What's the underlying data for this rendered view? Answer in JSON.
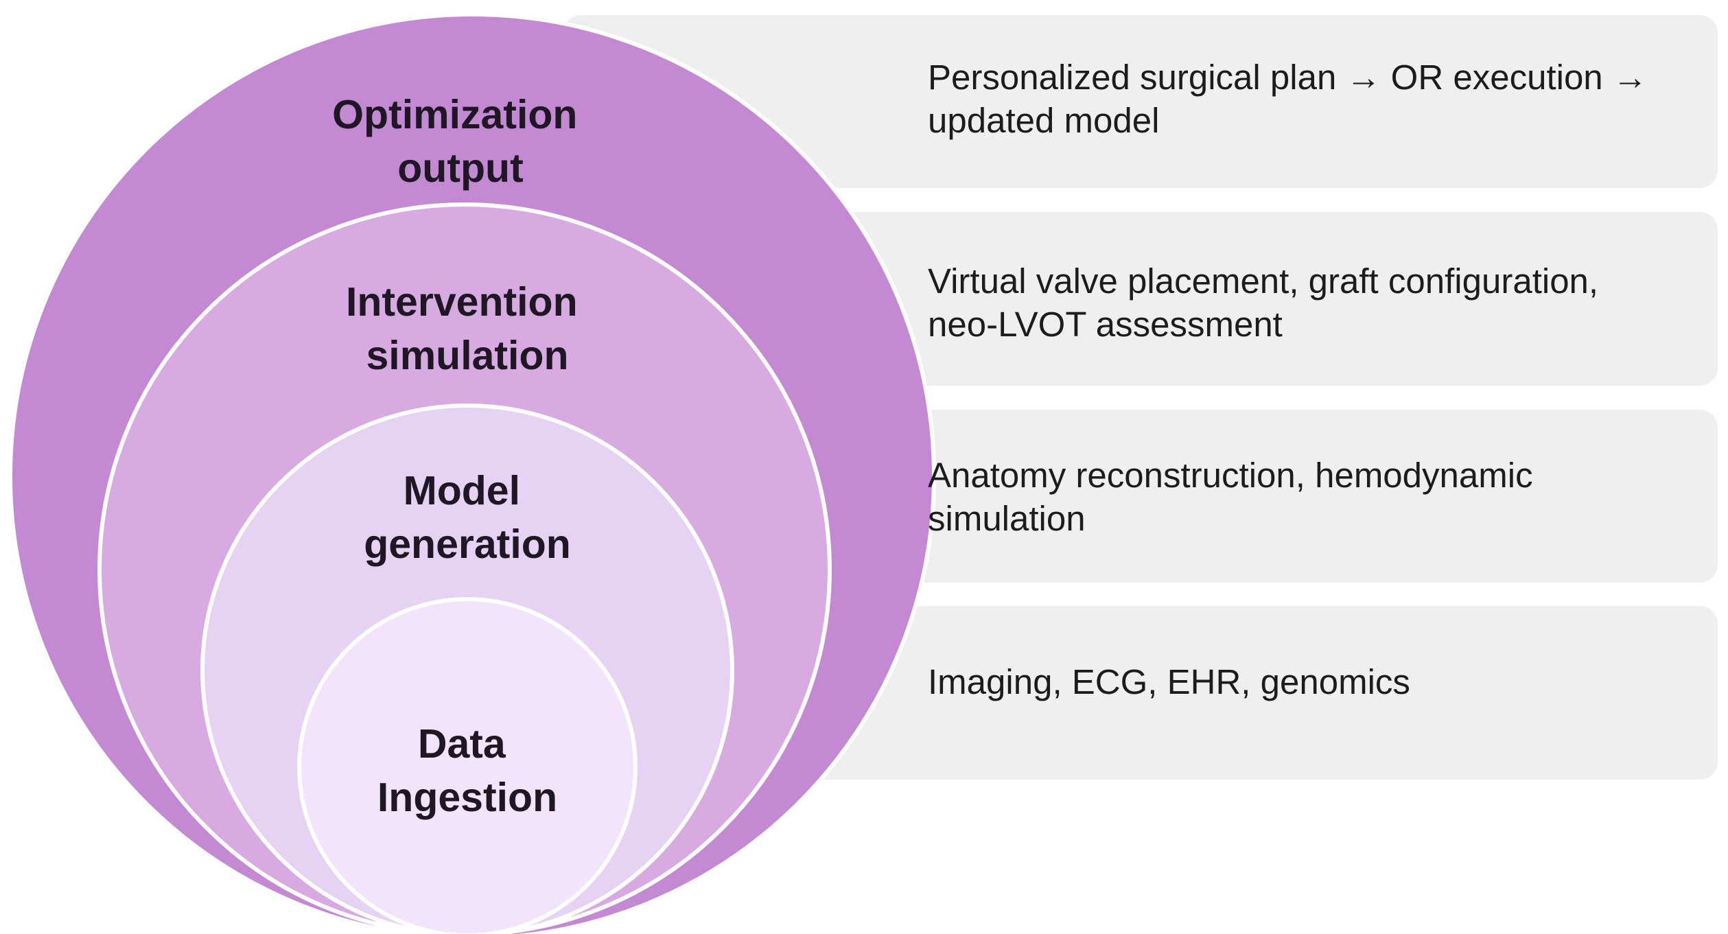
{
  "colors": {
    "panel_fill": "#efefef",
    "circle_stroke": "#ffffff",
    "title_text": "#1f1724",
    "description_text": "#1c1c1c"
  },
  "layers": [
    {
      "id": "optimization-output",
      "title_lines": [
        "Optimization",
        "output"
      ],
      "description_lines": [
        "Personalized surgical plan → OR execution →",
        "updated model"
      ],
      "color": "#c389d3"
    },
    {
      "id": "intervention-simulation",
      "title_lines": [
        "Intervention",
        "simulation"
      ],
      "description_lines": [
        "Virtual valve placement, graft configuration,",
        "neo-LVOT assessment"
      ],
      "color": "#d7aae2"
    },
    {
      "id": "model-generation",
      "title_lines": [
        "Model",
        "generation"
      ],
      "description_lines": [
        "Anatomy reconstruction, hemodynamic",
        "simulation"
      ],
      "color": "#e6d2f3"
    },
    {
      "id": "data-ingestion",
      "title_lines": [
        "Data",
        "Ingestion"
      ],
      "description_lines": [
        "Imaging, ECG, EHR, genomics"
      ],
      "color": "#f2e5fb"
    }
  ]
}
